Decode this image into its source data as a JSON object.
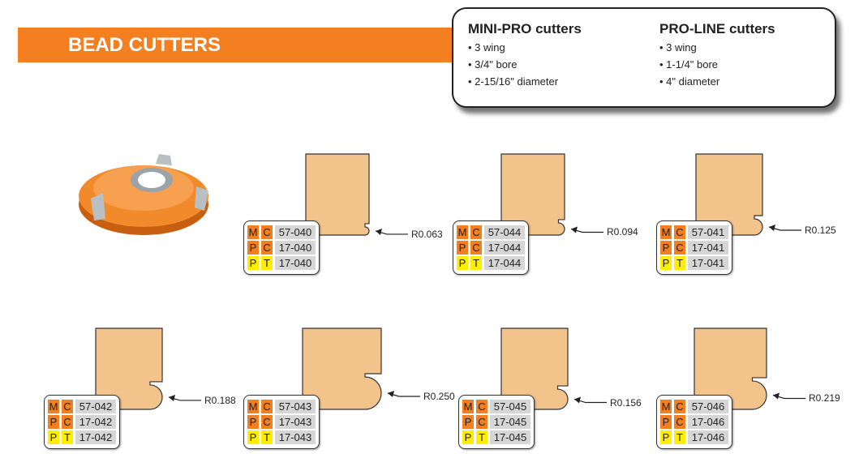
{
  "title": "BEAD CUTTERS",
  "colors": {
    "orange": "#f47f20",
    "yellow": "#ffee00",
    "wood": "#f2c48c"
  },
  "specs": [
    {
      "title": "MINI-PRO cutters",
      "items": [
        "• 3 wing",
        "• 3/4\" bore",
        "• 2-15/16\" diameter"
      ]
    },
    {
      "title": "PRO-LINE cutters",
      "items": [
        "• 3 wing",
        "• 1-1/4\" bore",
        "• 4\" diameter"
      ]
    }
  ],
  "cutter_image": "three-wing-cutter",
  "profiles": [
    {
      "radius": "R0.063",
      "r": 0.063,
      "codes": [
        "57-040",
        "17-040",
        "17-040"
      ]
    },
    {
      "radius": "R0.094",
      "r": 0.094,
      "codes": [
        "57-044",
        "17-044",
        "17-044"
      ]
    },
    {
      "radius": "R0.125",
      "r": 0.125,
      "codes": [
        "57-041",
        "17-041",
        "17-041"
      ]
    },
    {
      "radius": "R0.188",
      "r": 0.188,
      "codes": [
        "57-042",
        "17-042",
        "17-042"
      ]
    },
    {
      "radius": "R0.250",
      "r": 0.25,
      "codes": [
        "57-043",
        "17-043",
        "17-043"
      ]
    },
    {
      "radius": "R0.156",
      "r": 0.156,
      "codes": [
        "57-045",
        "17-045",
        "17-045"
      ]
    },
    {
      "radius": "R0.219",
      "r": 0.219,
      "codes": [
        "57-046",
        "17-046",
        "17-046"
      ]
    }
  ],
  "prefixes": [
    [
      "M",
      "C"
    ],
    [
      "P",
      "C"
    ],
    [
      "P",
      "T"
    ]
  ]
}
